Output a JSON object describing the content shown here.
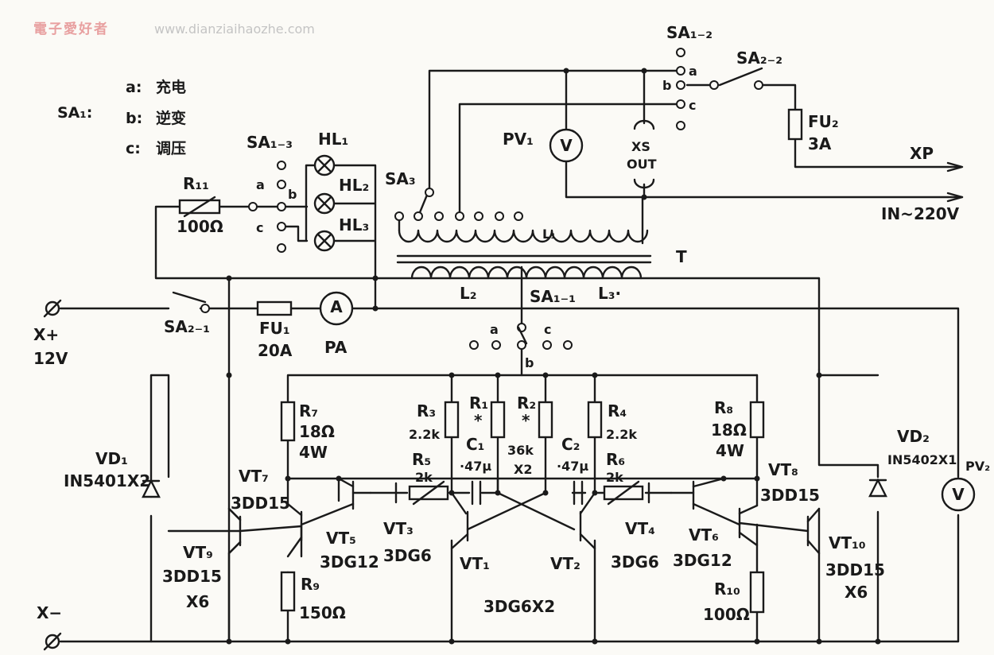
{
  "watermark": {
    "chinese": "電子愛好者",
    "url": "www.dianziaihaozhe.com"
  },
  "legend": {
    "switch": "SA₁:",
    "items": [
      {
        "key": "a:",
        "text": "充电"
      },
      {
        "key": "b:",
        "text": "逆变"
      },
      {
        "key": "c:",
        "text": "调压"
      }
    ]
  },
  "terminals": {
    "xplus": "X+",
    "xplus_v": "12V",
    "xminus": "X−",
    "xp": "XP",
    "in220": "IN~220V"
  },
  "switches": {
    "sa1_2": "SA₁₋₂",
    "sa2_2": "SA₂₋₂",
    "sa1_3": "SA₁₋₃",
    "sa3": "SA₃",
    "sa1_1": "SA₁₋₁",
    "sa2_1": "SA₂₋₁"
  },
  "contacts": {
    "a": "a",
    "b": "b",
    "c": "c"
  },
  "transformer": {
    "name": "T",
    "l1": "L₁",
    "l2": "L₂",
    "l3": "L₃·"
  },
  "indicators": {
    "hl1": "HL₁",
    "hl2": "HL₂",
    "hl3": "HL₃",
    "pv1": "PV₁",
    "pv2": "PV₂",
    "pa": "PA",
    "xs": "XS",
    "out": "OUT"
  },
  "meter_glyphs": {
    "volt": "V",
    "amp": "A"
  },
  "fuses": {
    "fu1": "FU₁",
    "fu1_val": "20A",
    "fu2": "FU₂",
    "fu2_val": "3A"
  },
  "resistors": {
    "r11": "R₁₁",
    "r11_val": "100Ω",
    "r7": "R₇",
    "r7_val1": "18Ω",
    "r7_val2": "4W",
    "r8": "R₈",
    "r8_val1": "18Ω",
    "r8_val2": "4W",
    "r3": "R₃",
    "r3_val": "2.2k",
    "r4": "R₄",
    "r4_val": "2.2k",
    "r1": "R₁",
    "r2": "R₂",
    "star": "*",
    "r12_val1": "36k",
    "r12_val2": "X2",
    "r5": "R₅",
    "r5_val": "2k",
    "r6": "R₆",
    "r6_val": "2k",
    "r9": "R₉",
    "r9_val": "150Ω",
    "r10": "R₁₀",
    "r10_val": "100Ω"
  },
  "capacitors": {
    "c1": "C₁",
    "c1_val": "·47μ",
    "c2": "C₂",
    "c2_val": "·47μ"
  },
  "diodes": {
    "vd1": "VD₁",
    "vd1_val": "IN5401X2",
    "vd2": "VD₂",
    "vd2_val": "IN5402X1"
  },
  "transistors": {
    "vt7": "VT₇",
    "vt7_val": "3DD15",
    "vt8": "VT₈",
    "vt8_val": "3DD15",
    "vt9": "VT₉",
    "vt9_val1": "3DD15",
    "vt9_val2": "X6",
    "vt10": "VT₁₀",
    "vt10_val1": "3DD15",
    "vt10_val2": "X6",
    "vt5": "VT₅",
    "vt5_val": "3DG12",
    "vt6": "VT₆",
    "vt6_val": "3DG12",
    "vt3": "VT₃",
    "vt3_val": "3DG6",
    "vt4": "VT₄",
    "vt4_val": "3DG6",
    "vt1": "VT₁",
    "vt2": "VT₂",
    "vt12_val": "3DG6X2"
  }
}
